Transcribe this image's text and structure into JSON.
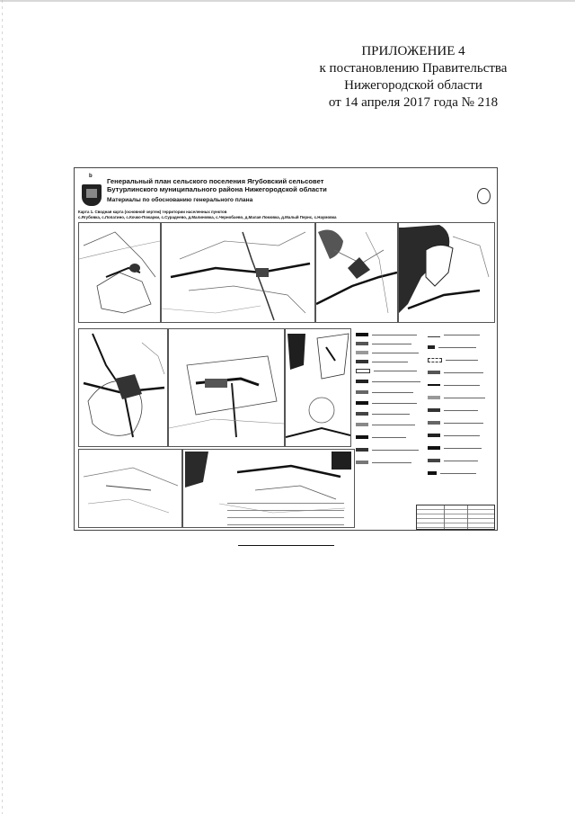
{
  "header": {
    "line1": "ПРИЛОЖЕНИЕ 4",
    "line2": "к постановлению Правительства",
    "line3": "Нижегородской области",
    "line4": "от 14 апреля 2017 года № 218"
  },
  "map_sheet": {
    "title_line1": "Генеральный план сельского поселения Ягубовский сельсовет",
    "title_line2": "Бутурлинского муниципального района Нижегородской области",
    "subtitle": "Материалы по обоснованию генерального плана",
    "card_line1": "Карта 1. Сводная карта (основной чертеж) территории населенных пунктов",
    "card_line2": "с.Ягубовка, с.Лопатино, с.Кочко-Пожарки, с.Сурадеево, д.Малиновка, с.Чернобаево, д.Малая Ломовка, д.Малый Пернс, с.Наумовка"
  }
}
